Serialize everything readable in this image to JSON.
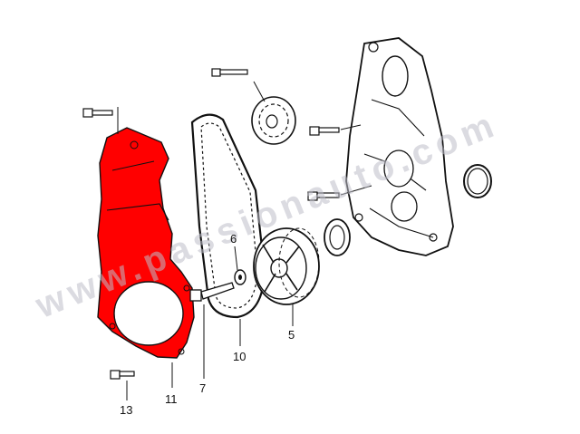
{
  "diagram": {
    "highlight_color": "#ff0000",
    "line_color": "#111111",
    "callouts": {
      "c6": "6",
      "c5": "5",
      "c10": "10",
      "c7": "7",
      "c11": "11",
      "c13": "13"
    },
    "watermark": "www.passionauto.com"
  }
}
